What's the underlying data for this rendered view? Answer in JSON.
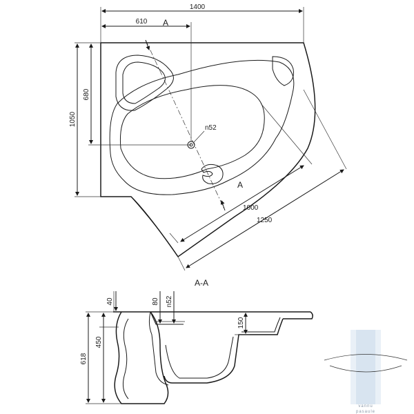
{
  "top_view": {
    "dim_width": "1400",
    "dim_left_width": "610",
    "dim_height": "1050",
    "dim_inner_height": "680",
    "drain_label": "n52",
    "dim_diag_inner": "1000",
    "dim_diag_outer": "1250",
    "section_mark": "A"
  },
  "section_view": {
    "title": "A-A",
    "dim_total_height": "618",
    "dim_inner_height": "450",
    "dim_rim": "40",
    "dim_80": "80",
    "dim_drain": "n52",
    "dim_150": "150"
  },
  "watermark": {
    "line1": "vannu",
    "line2": "pasaule"
  }
}
